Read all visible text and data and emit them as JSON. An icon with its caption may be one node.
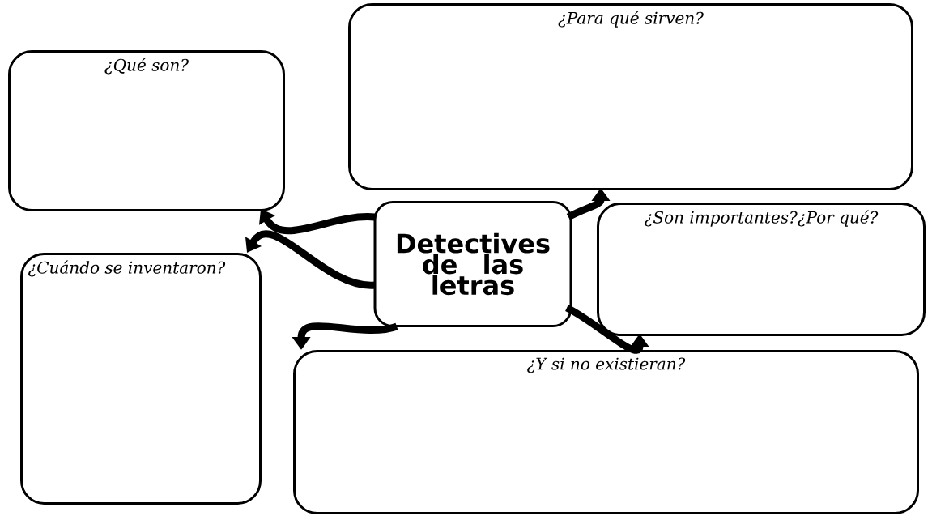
{
  "diagram": {
    "nodes": [
      {
        "text": [
          "Detectives de las letras"
        ]
      },
      {
        "text": [
          "¿Qué son?"
        ]
      },
      {
        "text": [
          "¿Para qué sirven?"
        ]
      },
      {
        "text": [
          "¿Son importantes?¿Por qué?"
        ]
      },
      {
        "text": [
          "¿Cuándo se inventaron?"
        ]
      },
      {
        "text": [
          "¿Y si no existieran?"
        ]
      }
    ],
    "edges": [
      {
        "from": 0,
        "to": 1,
        "arrow": "to"
      },
      {
        "from": 0,
        "to": 2,
        "arrow": "to"
      },
      {
        "from": 0,
        "to": 3,
        "arrow": "to"
      },
      {
        "from": 0,
        "to": 4,
        "arrow": "to"
      },
      {
        "from": 0,
        "to": 5,
        "arrow": "to"
      }
    ]
  }
}
